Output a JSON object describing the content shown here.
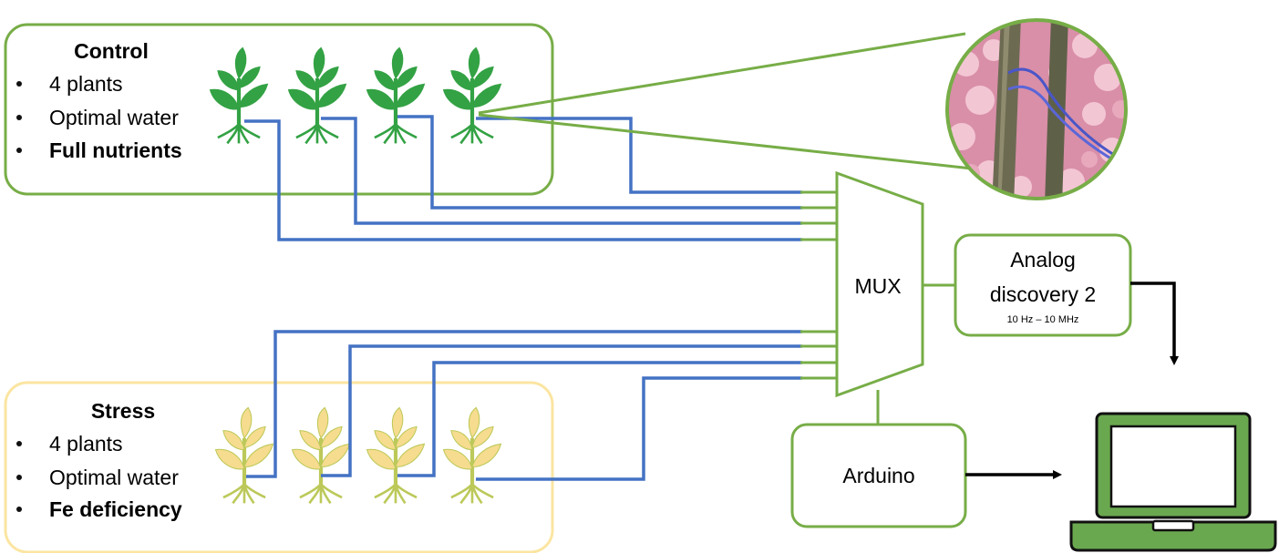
{
  "colors": {
    "control_border": "#77ad47",
    "plant_control": "#33a244",
    "stress_border": "#fbe5a1",
    "plant_stress_fill": "#f6dc8e",
    "plant_stress_stroke": "#bcc95a",
    "wire": "#4472c4",
    "node_border": "#77ad47",
    "arrow": "#000000",
    "laptop": "#6aa84f"
  },
  "icons": {
    "control_plant": "plant-icon",
    "stress_plant": "plant-icon",
    "computer": "laptop-icon",
    "photo": "stem-electrode-photo"
  },
  "control": {
    "title": "Control",
    "items": [
      "4 plants",
      "Optimal water",
      "Full nutrients"
    ]
  },
  "stress": {
    "title": "Stress",
    "items": [
      "4 plants",
      "Optimal water",
      "Fe deficiency"
    ]
  },
  "mux": {
    "label": "MUX"
  },
  "analog": {
    "line1": "Analog",
    "line2": "discovery 2",
    "range": "10 Hz – 10 MHz"
  },
  "arduino": {
    "label": "Arduino"
  }
}
